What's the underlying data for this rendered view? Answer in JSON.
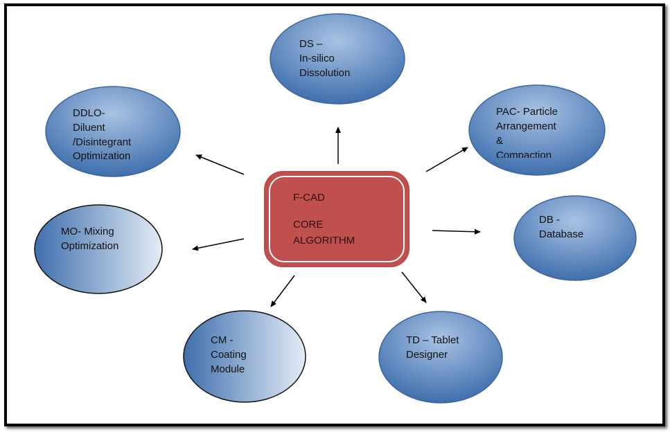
{
  "center": {
    "lines": [
      "F-CAD",
      "CORE",
      "ALGORITHM"
    ],
    "color": "#c0504d"
  },
  "nodes": [
    {
      "id": "ds",
      "lines": [
        "DS –",
        "In-silico",
        "Dissolution"
      ]
    },
    {
      "id": "ddlo",
      "lines": [
        "DDLO-",
        "Diluent",
        "/Disintegrant",
        "Optimization"
      ]
    },
    {
      "id": "pac",
      "lines": [
        "PAC- Particle",
        "Arrangement",
        "&",
        "Compaction"
      ]
    },
    {
      "id": "mo",
      "lines": [
        "MO- Mixing",
        "Optimization"
      ]
    },
    {
      "id": "db",
      "lines": [
        "DB -",
        "Database"
      ]
    },
    {
      "id": "cm",
      "lines": [
        "CM -",
        "Coating",
        "Module"
      ]
    },
    {
      "id": "td",
      "lines": [
        "TD – Tablet",
        "Designer"
      ]
    }
  ],
  "colors": {
    "node_dark": "#3f6fad",
    "node_light": "#a9c2e3",
    "node_fade": "#e4ecf6"
  }
}
